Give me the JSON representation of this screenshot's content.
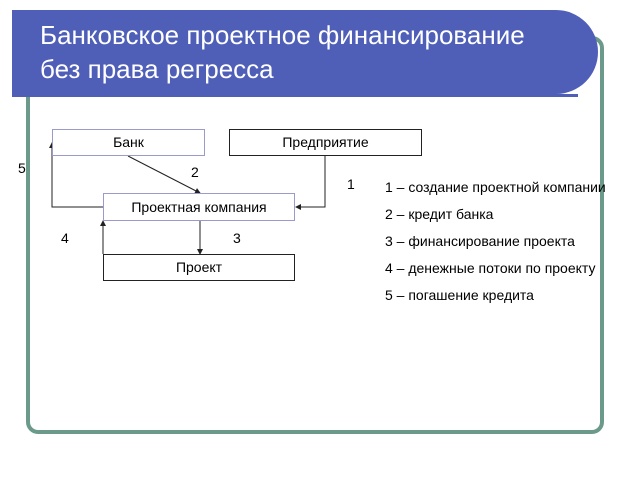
{
  "title": {
    "line1": "Банковское проектное финансирование",
    "line2": "без права регресса"
  },
  "boxes": {
    "bank": "Банк",
    "enterprise": "Предприятие",
    "project_company": "Проектная компания",
    "project": "Проект"
  },
  "flow_numbers": {
    "n1": "1",
    "n2": "2",
    "n3": "3",
    "n4": "4",
    "n5": "5"
  },
  "legend": [
    "1 – создание проектной компании",
    "2 – кредит банка",
    "3 – финансирование проекта",
    "4 – денежные потоки по проекту",
    "5 – погашение кредита"
  ],
  "colors": {
    "banner": "#4f5fb8",
    "frame": "#6b9a8a"
  }
}
